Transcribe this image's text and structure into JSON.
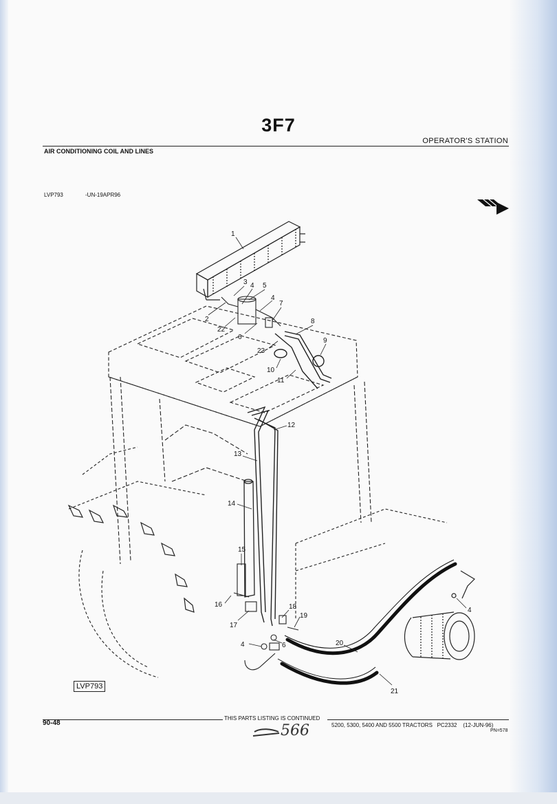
{
  "header": {
    "page_code": "3F7",
    "section": "OPERATOR'S STATION",
    "title": "AIR CONDITIONING COIL AND LINES",
    "illustration_ref": "LVP793",
    "illustration_date": "-UN-19APR96"
  },
  "figure": {
    "boxed_ref": "LVP793",
    "callouts": [
      "1",
      "2",
      "3",
      "4",
      "5",
      "4",
      "7",
      "8",
      "22",
      "6",
      "9",
      "23",
      "10",
      "11",
      "12",
      "13",
      "14",
      "15",
      "16",
      "17",
      "18",
      "19",
      "4",
      "6",
      "20",
      "21",
      "4"
    ]
  },
  "footer": {
    "page_number": "90-48",
    "continued": "THIS PARTS LISTING IS CONTINUED",
    "models": "5200, 5300, 5400 AND 5500 TRACTORS",
    "catalog": "PC2332",
    "date": "(12-JUN-96)",
    "pn": "PN=578",
    "handwritten": "566"
  }
}
